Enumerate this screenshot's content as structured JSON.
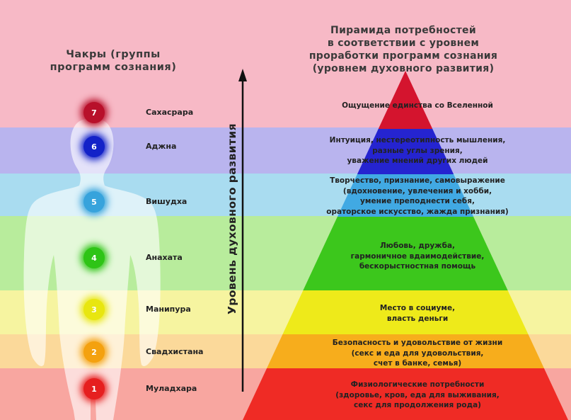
{
  "left_title": "Чакры (группы\nпрограмм сознания)",
  "right_title": "Пирамида потребностей\nв соответствии с уровнем\nпроработки программ сознания\n(уровнем духовного развития)",
  "arrow_label": "Уровень духовного развития",
  "chakras": [
    {
      "number": "7",
      "name": "Сахасрара",
      "color": "#b8102a",
      "band": "#f7b9c6",
      "level_text": "Ощущение единства со Вселенной"
    },
    {
      "number": "6",
      "name": "Аджна",
      "color": "#1322c8",
      "band": "#b9b4ee",
      "level_text": "Интуиция, нестереотипность мышления,\nразные углы зрения,\nуважение мнений других людей"
    },
    {
      "number": "5",
      "name": "Вишудха",
      "color": "#37a3dc",
      "band": "#a9dcf0",
      "level_text": "Творчество, признание, самовыражение\n(вдохновение, увлечения и хобби,\nумение преподнести себя,\nораторское искусство, жажда признания)"
    },
    {
      "number": "4",
      "name": "Анахата",
      "color": "#2ec416",
      "band": "#b8ec9c",
      "level_text": "Любовь, дружба,\nгармоничное вдаимодействие,\nбескорыстностная помощь"
    },
    {
      "number": "3",
      "name": "Манипура",
      "color": "#e8e610",
      "band": "#f6f4a0",
      "level_text": "Место в социуме,\nвласть деньги"
    },
    {
      "number": "2",
      "name": "Свадхистана",
      "color": "#f4a10f",
      "band": "#fbd99a",
      "level_text": "Безопасность и удовольствие от жизни\n(секс и еда для удовольствия,\nсчет в банке, семья)"
    },
    {
      "number": "1",
      "name": "Муладхара",
      "color": "#e61f1f",
      "band": "#f8a6a0",
      "level_text": "Физиологические потребности\n(здоровье, кров, еда для выживания,\nсекс для продолжения рода)"
    }
  ],
  "pyramid_colors": [
    "#d4142e",
    "#2524d0",
    "#41a9e3",
    "#3cc71c",
    "#eeea1a",
    "#f7ad1c",
    "#ef2b25"
  ]
}
